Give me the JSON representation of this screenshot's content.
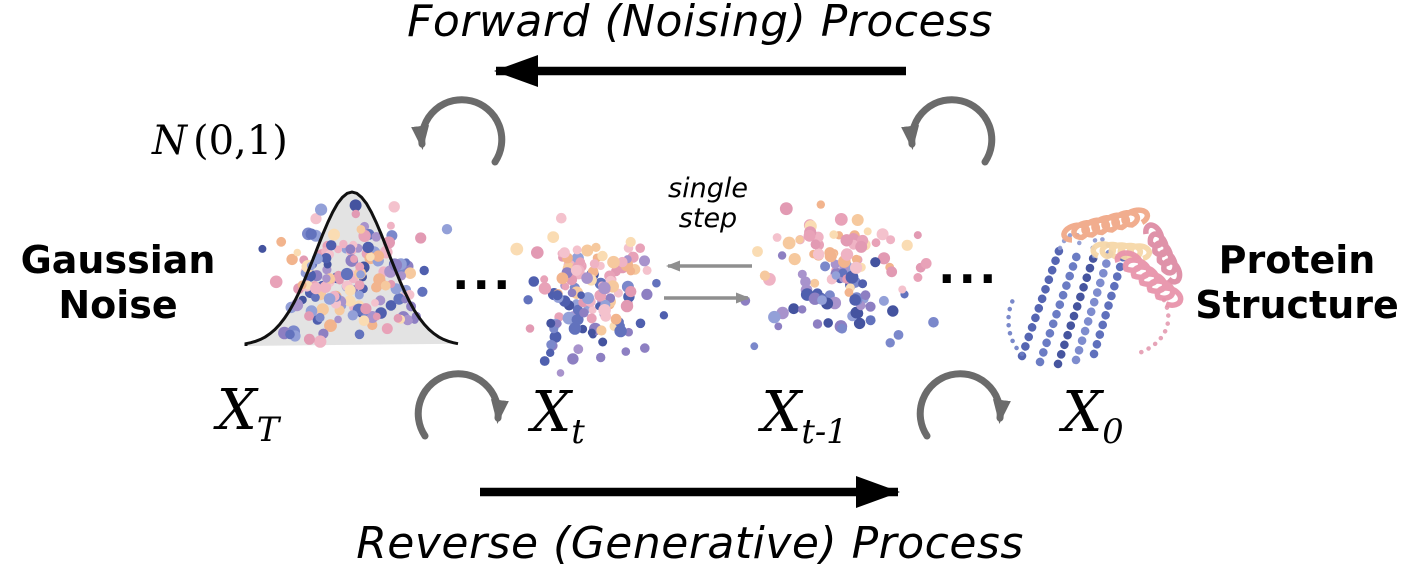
{
  "titles": {
    "forward": "Forward (Noising) Process",
    "reverse": "Reverse (Generative) Process"
  },
  "labels": {
    "gaussian_line1": "Gaussian",
    "gaussian_line2": "Noise",
    "protein_line1": "Protein",
    "protein_line2": "Structure",
    "dist_n": "N",
    "dist_args": "(0,1)",
    "single_step_line1": "single",
    "single_step_line2": "step",
    "ellipsis_left": "...",
    "ellipsis_right": "..."
  },
  "states": {
    "xT": {
      "base": "X",
      "sub": "T"
    },
    "xt": {
      "base": "X",
      "sub": "t"
    },
    "xt1": {
      "base": "X",
      "sub": "t-1"
    },
    "x0": {
      "base": "X",
      "sub": "0"
    }
  },
  "colors": {
    "arrow_black": "#000000",
    "loop_arrow_gray": "#6b6b6b",
    "step_arrow_gray": "#8f8f8f",
    "gauss_fill": "#dcdcdc",
    "gauss_stroke": "#111111",
    "warm_palette": [
      "#e29ab3",
      "#efb3c4",
      "#f4c2cd",
      "#f2b48d",
      "#f6c99e",
      "#fadcb3",
      "#e8a2b8"
    ],
    "cool_palette": [
      "#4f5fae",
      "#6272bd",
      "#7b88cb",
      "#93a0d8",
      "#8d7fc2",
      "#a893cc",
      "#44539f"
    ]
  }
}
